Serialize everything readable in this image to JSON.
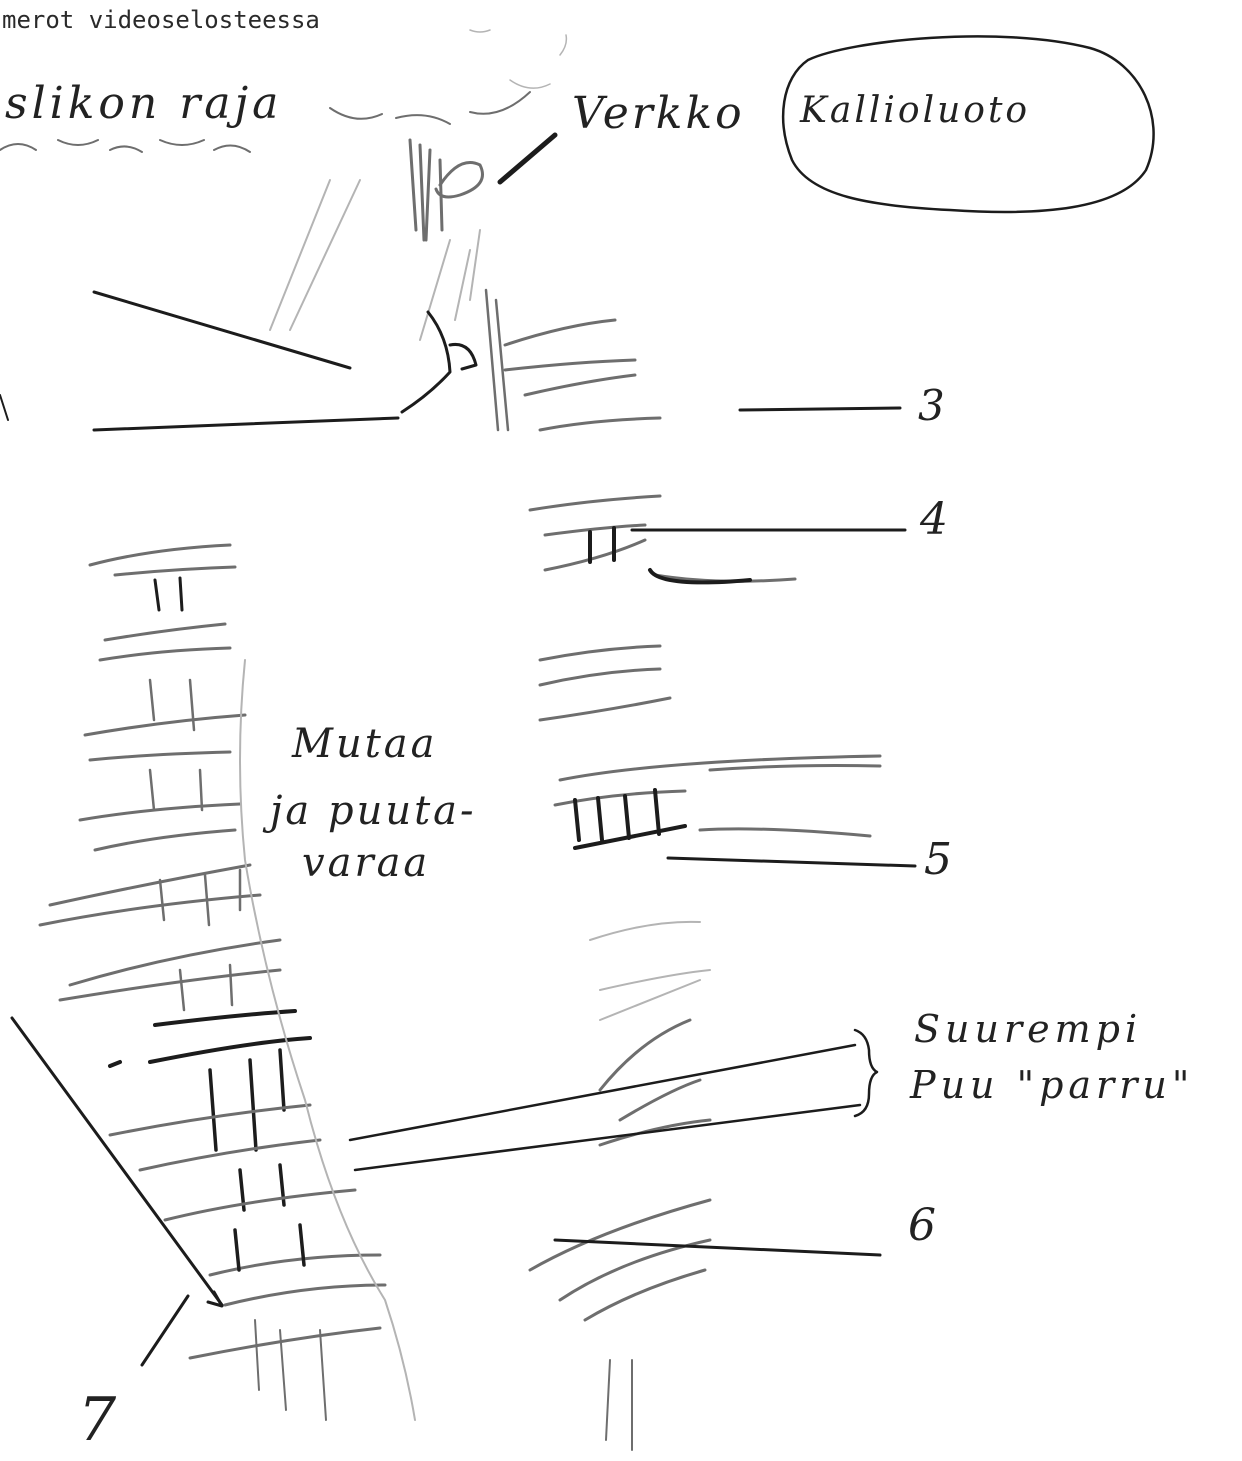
{
  "header": {
    "text": "merot videoselosteessa"
  },
  "labels": {
    "boundary": "slikon raja",
    "net": "Verkko",
    "rock": "Kallioluoto",
    "mud_line1": "Mutaa",
    "mud_line2": "ja puuta-",
    "mud_line3": "varaa",
    "larger_line1": "Suurempi",
    "larger_line2": "Puu \"parru\""
  },
  "markers": [
    "3",
    "4",
    "5",
    "6",
    "7"
  ]
}
